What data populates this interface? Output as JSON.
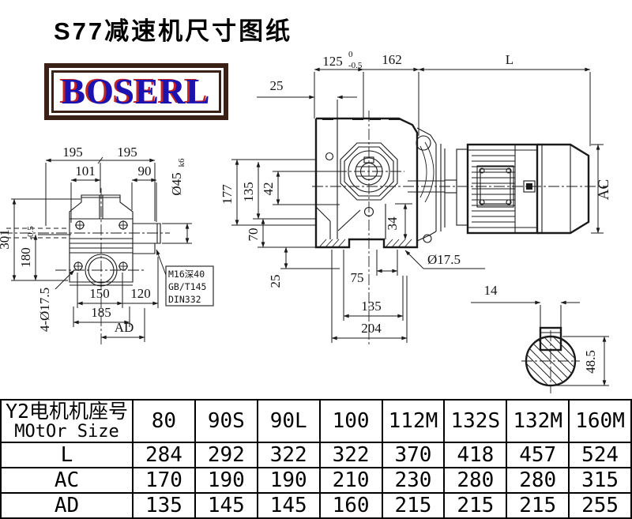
{
  "title": "S77减速机尺寸图纸",
  "logo": {
    "text": "BOSERL"
  },
  "front_view": {
    "d195_left": "195",
    "d195_right": "195",
    "d101": "101",
    "d90": "90",
    "shaft_dia": "Ø45",
    "shaft_fit": "k6",
    "d301": "301",
    "d180": "180",
    "d180_tol": "-0.5",
    "holes": "4-Ø17.5",
    "d150": "150",
    "d120": "120",
    "d185": "185",
    "d_ad": "AD",
    "note_line1": "M16深40",
    "note_line2": "GB/T145",
    "note_line3": "DIN332"
  },
  "side_view": {
    "d125": "125",
    "d125_tol_upper": "0",
    "d125_tol_lower": "-0.5",
    "d162": "162",
    "d_l": "L",
    "d25_top": "25",
    "d177": "177",
    "d135_left": "135",
    "d42": "42",
    "d70": "70",
    "d25_left": "25",
    "d34": "34",
    "hole_dia": "Ø17.5",
    "d75": "75",
    "d135_bottom": "135",
    "d204": "204",
    "d_ac": "AC"
  },
  "shaft_detail": {
    "key_width": "14",
    "shaft_height": "48.5"
  },
  "table": {
    "header_cn": "Y2电机机座号",
    "header_en": "MOtOr Size",
    "columns": [
      "80",
      "90S",
      "90L",
      "100",
      "112M",
      "132S",
      "132M",
      "160M"
    ],
    "rows": [
      {
        "label": "L",
        "values": [
          "284",
          "292",
          "322",
          "322",
          "370",
          "418",
          "457",
          "524"
        ]
      },
      {
        "label": "AC",
        "values": [
          "170",
          "190",
          "190",
          "210",
          "230",
          "280",
          "280",
          "315"
        ]
      },
      {
        "label": "AD",
        "values": [
          "135",
          "145",
          "145",
          "160",
          "215",
          "215",
          "215",
          "255"
        ]
      }
    ]
  }
}
